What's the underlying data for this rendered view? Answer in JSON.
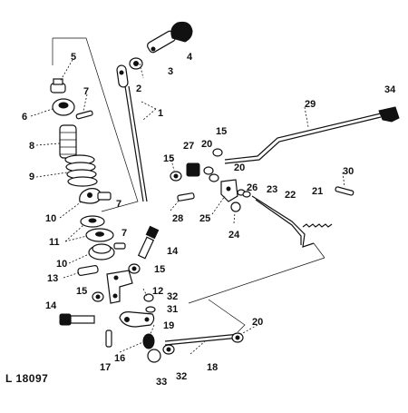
{
  "figure_id": "L 18097",
  "callouts": [
    "1",
    "2",
    "3",
    "4",
    "5",
    "6",
    "7",
    "7",
    "7",
    "8",
    "9",
    "10",
    "10",
    "11",
    "12",
    "13",
    "14",
    "14",
    "15",
    "15",
    "15",
    "15",
    "16",
    "17",
    "18",
    "19",
    "20",
    "20",
    "20",
    "21",
    "22",
    "23",
    "24",
    "25",
    "26",
    "27",
    "28",
    "29",
    "30",
    "31",
    "32",
    "32",
    "33",
    "34"
  ]
}
